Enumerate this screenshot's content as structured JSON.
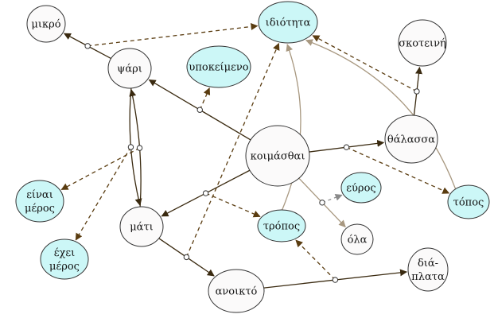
{
  "colors": {
    "concept_fill": "#fbfafa",
    "relation_fill": "#ccf7f7",
    "node_stroke": "#333333",
    "edge_dark": "#3a2a10",
    "edge_dashed": "#5a3c10",
    "edge_light": "#a89880",
    "edge_grey_dashed": "#8a8a8a"
  },
  "nodes": [
    {
      "id": "mikro",
      "label": "μικρό",
      "kind": "concept"
    },
    {
      "id": "psari",
      "label": "ψάρι",
      "kind": "concept"
    },
    {
      "id": "idiotita",
      "label": "ιδιότητα",
      "kind": "relation"
    },
    {
      "id": "ypokeimeno",
      "label": "υποκείμενο",
      "kind": "relation"
    },
    {
      "id": "skoteini",
      "label": "σκοτεινή",
      "kind": "concept"
    },
    {
      "id": "thalassa",
      "label": "θάλασσα",
      "kind": "concept"
    },
    {
      "id": "koimasthai",
      "label": "κοιμάσθαι",
      "kind": "concept"
    },
    {
      "id": "einai_meros",
      "label": [
        "είναι",
        "μέρος"
      ],
      "kind": "relation"
    },
    {
      "id": "evros",
      "label": "εύρος",
      "kind": "relation"
    },
    {
      "id": "topos",
      "label": "τόπος",
      "kind": "relation"
    },
    {
      "id": "mati",
      "label": "μάτι",
      "kind": "concept"
    },
    {
      "id": "tropos",
      "label": "τρόπος",
      "kind": "relation"
    },
    {
      "id": "ola",
      "label": "όλα",
      "kind": "concept"
    },
    {
      "id": "exei_meros",
      "label": [
        "έχει",
        "μέρος"
      ],
      "kind": "relation"
    },
    {
      "id": "dia_plata",
      "label": [
        "διά-",
        "πλατα"
      ],
      "kind": "concept"
    },
    {
      "id": "anoikto",
      "label": "ανοικτό",
      "kind": "concept"
    }
  ],
  "edges": [
    {
      "id": "psari-mikro",
      "from": "psari",
      "to": "mikro",
      "style": "solid"
    },
    {
      "id": "psari-mikro-idiotita",
      "from": "psari-mikro",
      "to": "idiotita",
      "style": "dashed"
    },
    {
      "id": "koimasthai-psari",
      "from": "koimasthai",
      "to": "psari",
      "style": "solid"
    },
    {
      "id": "koimasthai-psari-ypokeimeno",
      "from": "koimasthai-psari",
      "to": "ypokeimeno",
      "style": "dashed"
    },
    {
      "id": "thalassa-skoteini",
      "from": "thalassa",
      "to": "skoteini",
      "style": "solid"
    },
    {
      "id": "thalassa-skoteini-idiotita",
      "from": "thalassa-skoteini",
      "to": "idiotita",
      "style": "dashed"
    },
    {
      "id": "koimasthai-thalassa",
      "from": "koimasthai",
      "to": "thalassa",
      "style": "solid"
    },
    {
      "id": "koimasthai-thalassa-topos",
      "from": "koimasthai-thalassa",
      "to": "topos",
      "style": "dashed"
    },
    {
      "id": "topos-idiotita",
      "from": "topos",
      "to": "idiotita",
      "style": "light"
    },
    {
      "id": "mati-psari",
      "from": "mati",
      "to": "psari",
      "style": "solid"
    },
    {
      "id": "mati-psari-einai",
      "from": "mati-psari",
      "to": "einai_meros",
      "style": "dashed"
    },
    {
      "id": "psari-mati",
      "from": "psari",
      "to": "mati",
      "style": "solid"
    },
    {
      "id": "psari-mati-exei",
      "from": "psari-mati",
      "to": "exei_meros",
      "style": "dashed"
    },
    {
      "id": "koimasthai-mati",
      "from": "koimasthai",
      "to": "mati",
      "style": "solid"
    },
    {
      "id": "koimasthai-mati-tropos",
      "from": "koimasthai-mati",
      "to": "tropos",
      "style": "dashed"
    },
    {
      "id": "tropos-idiotita",
      "from": "tropos",
      "to": "idiotita",
      "style": "light"
    },
    {
      "id": "koimasthai-ola",
      "from": "koimasthai",
      "to": "ola",
      "style": "light"
    },
    {
      "id": "koimasthai-ola-evros",
      "from": "koimasthai-ola",
      "to": "evros",
      "style": "grey-dashed"
    },
    {
      "id": "mati-anoikto",
      "from": "mati",
      "to": "anoikto",
      "style": "solid"
    },
    {
      "id": "mati-anoikto-idiotita",
      "from": "mati-anoikto",
      "to": "idiotita",
      "style": "dashed"
    },
    {
      "id": "anoikto-dia_plata",
      "from": "anoikto",
      "to": "dia_plata",
      "style": "solid"
    },
    {
      "id": "anoikto-dia_plata-tropos",
      "from": "anoikto-dia_plata",
      "to": "tropos",
      "style": "dashed"
    }
  ]
}
